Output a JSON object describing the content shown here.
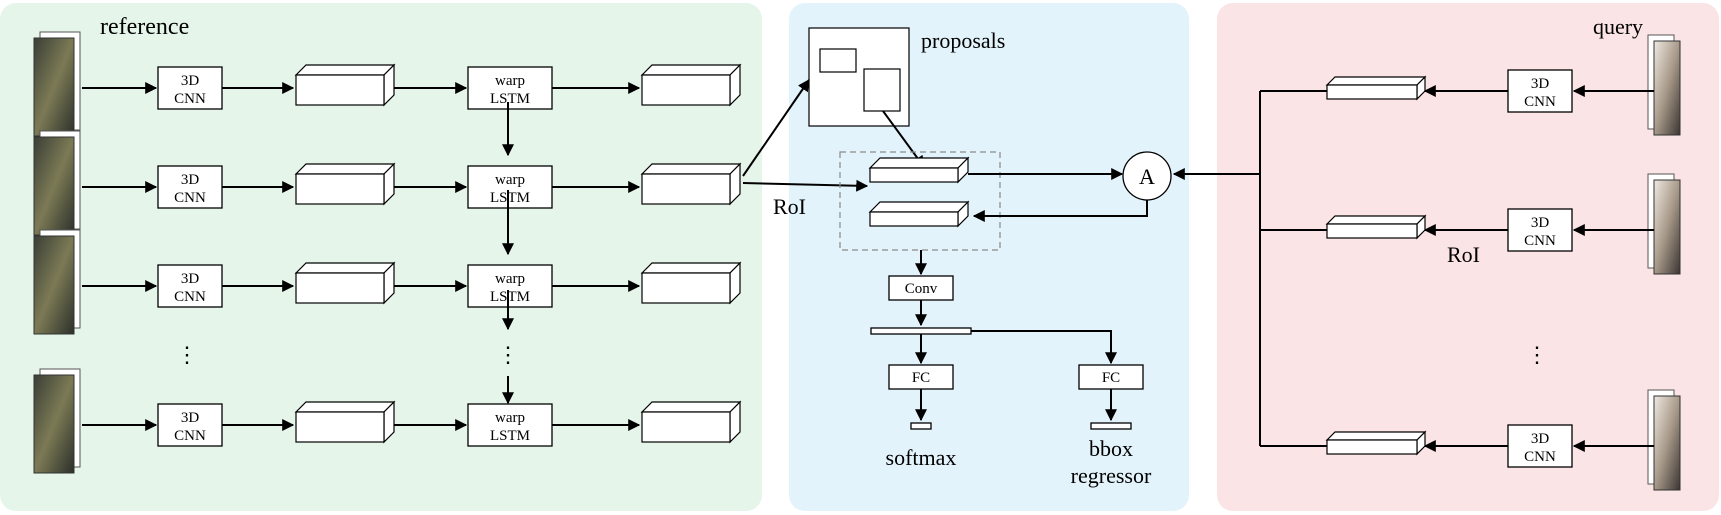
{
  "panels": {
    "reference": {
      "title": "reference",
      "color": "#e6f5ea"
    },
    "middle": {
      "color": "#e3f3fb"
    },
    "query": {
      "title": "query",
      "color": "#fbe4e5"
    }
  },
  "labels": {
    "cnn": [
      "3D",
      "CNN"
    ],
    "lstm": [
      "warp",
      "LSTM"
    ],
    "conv": "Conv",
    "fc": "FC",
    "proposals": "proposals",
    "roi": "RoI",
    "attention": "A",
    "softmax": "softmax",
    "bbox": [
      "bbox",
      "regressor"
    ],
    "ellipsis": "⋮"
  },
  "colors": {
    "stroke": "#000000",
    "dashed": "#8a8a8a",
    "frame_dark": "#2b2f2a",
    "frame_face": "#7c7a55",
    "frame_query": "#d8d2c6"
  }
}
